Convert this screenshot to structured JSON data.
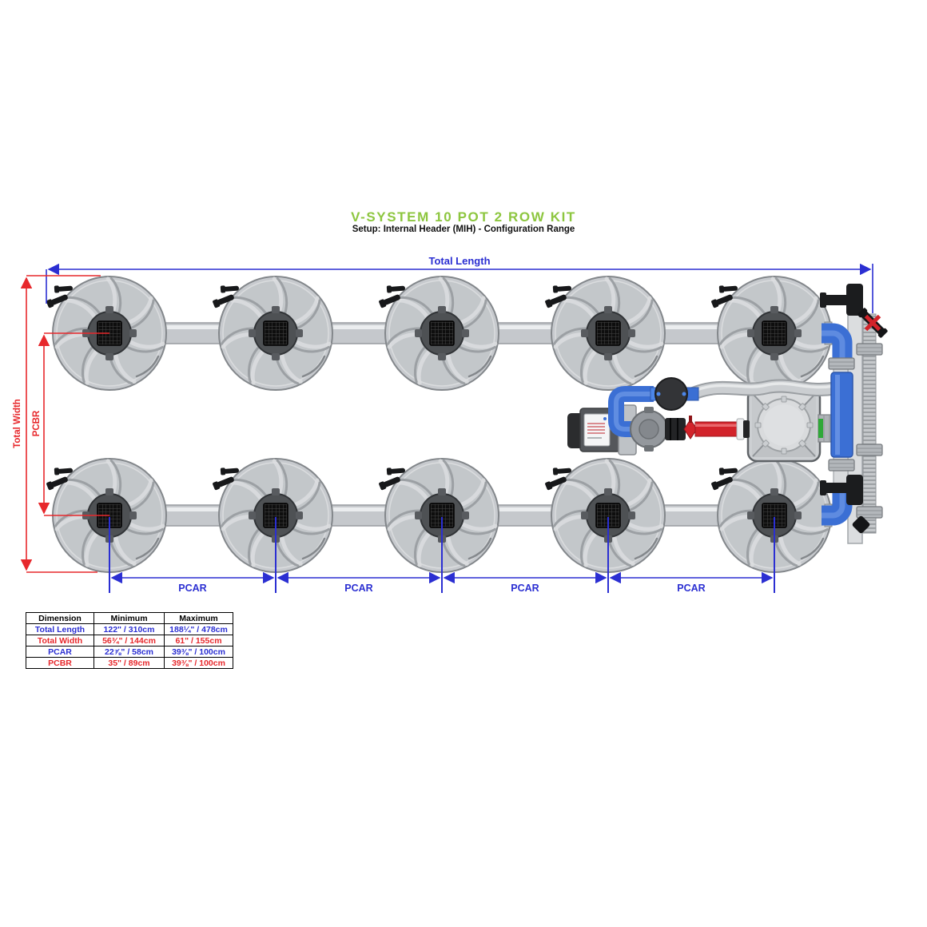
{
  "header": {
    "title": "V-SYSTEM 10 POT 2 ROW KIT",
    "subtitle": "Setup: Internal Header (MIH) - Configuration Range"
  },
  "colors": {
    "title_green": "#8DC63F",
    "dimension_blue": "#2B2FD2",
    "dimension_red": "#E7282C",
    "pipe_blue": "#3B6FD4",
    "pipe_red": "#D2232A",
    "pot_gray": "#C7CACE"
  },
  "diagram": {
    "labels": {
      "total_length": "Total Length",
      "total_width": "Total Width",
      "pcbr": "PCBR",
      "pcar": "PCAR"
    },
    "pot_count": 10,
    "row_count": 2,
    "pots_per_row": 5
  },
  "table": {
    "headers": [
      "Dimension",
      "Minimum",
      "Maximum"
    ],
    "rows": [
      {
        "dimension": "Total Length",
        "min": "122\" / 310cm",
        "max": "188¼\" / 478cm",
        "color": "#2B2FD2"
      },
      {
        "dimension": "Total Width",
        "min": "56¾\" / 144cm",
        "max": "61\" / 155cm",
        "color": "#E7282C"
      },
      {
        "dimension": "PCAR",
        "min": "22⅞\" / 58cm",
        "max": "39⅜\" / 100cm",
        "color": "#2B2FD2"
      },
      {
        "dimension": "PCBR",
        "min": "35\" / 89cm",
        "max": "39⅜\" / 100cm",
        "color": "#E7282C"
      }
    ]
  }
}
